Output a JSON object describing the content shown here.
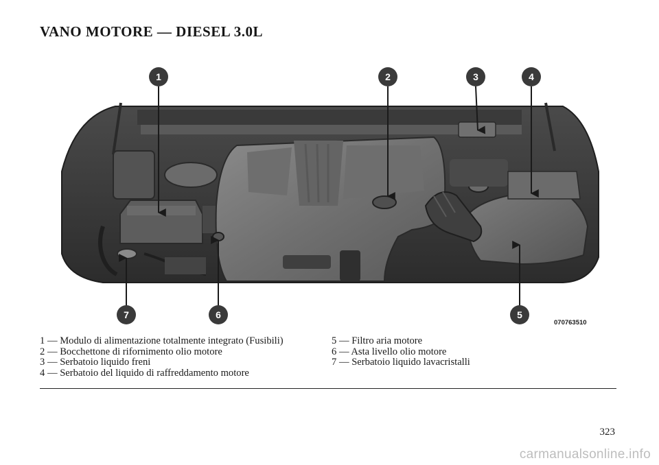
{
  "page": {
    "title": "VANO MOTORE — DIESEL 3.0L",
    "figure_id": "070763510",
    "page_number": "323",
    "watermark": "carmanualsonline.info"
  },
  "callouts": [
    "1",
    "2",
    "3",
    "4",
    "5",
    "6",
    "7"
  ],
  "legend": {
    "left": [
      "1 — Modulo di alimentazione totalmente integrato (Fusibili)",
      "2 — Bocchettone di rifornimento olio motore",
      "3 — Serbatoio liquido freni",
      "4 — Serbatoio del liquido di raffreddamento motore"
    ],
    "right": [
      "5 — Filtro aria motore",
      "6 — Asta livello olio motore",
      "7 — Serbatoio liquido lavacristalli"
    ]
  },
  "colors": {
    "callout_fill": "#3a3a3a",
    "engine_bay_dark": "#2a2a2a",
    "engine_cover": "#6e6e6e"
  }
}
